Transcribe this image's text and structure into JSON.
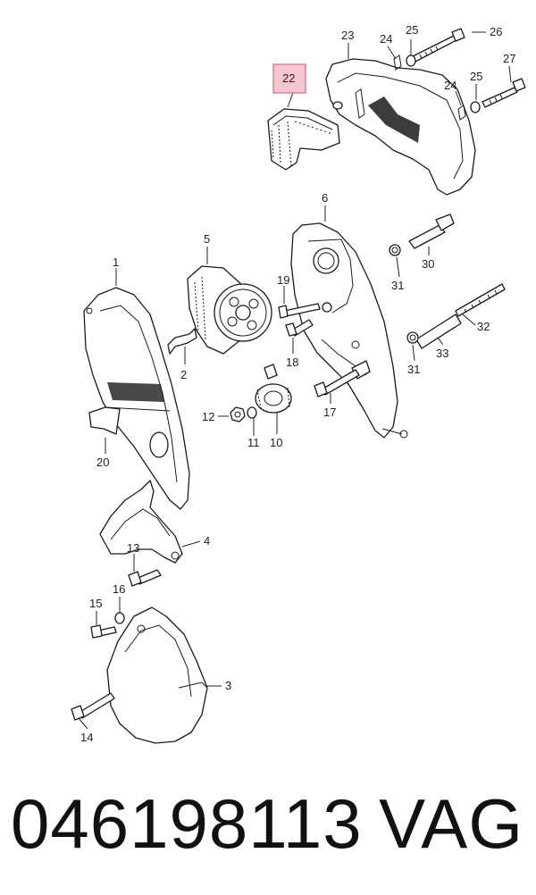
{
  "diagram": {
    "highlight_color": "#f6c7cf",
    "highlighted_label": "22",
    "callouts": {
      "c1": "1",
      "c2": "2",
      "c3": "3",
      "c4": "4",
      "c5": "5",
      "c6": "6",
      "c10": "10",
      "c11": "11",
      "c12": "12",
      "c13": "13",
      "c14": "14",
      "c15": "15",
      "c16": "16",
      "c17": "17",
      "c18": "18",
      "c19": "19",
      "c20": "20",
      "c22": "22",
      "c23": "23",
      "c24a": "24",
      "c24b": "24",
      "c25a": "25",
      "c25b": "25",
      "c26": "26",
      "c27": "27",
      "c30": "30",
      "c31a": "31",
      "c31b": "31",
      "c32": "32",
      "c33": "33"
    }
  },
  "footer": {
    "part_number": "046198113",
    "brand": "VAG"
  }
}
